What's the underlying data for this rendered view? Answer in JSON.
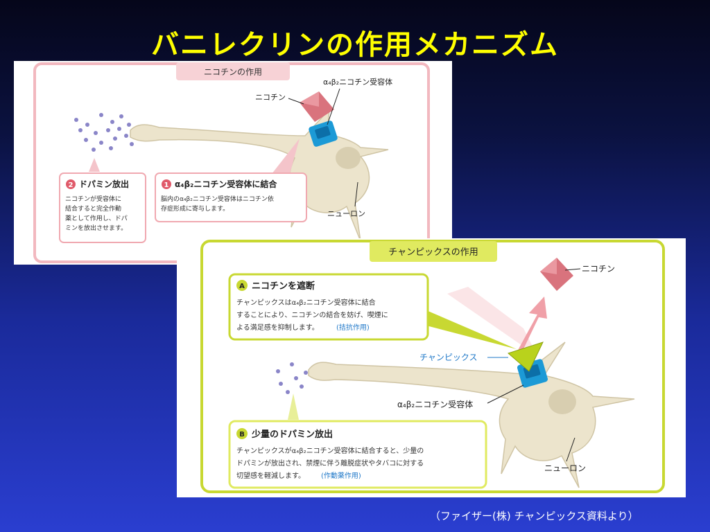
{
  "slide": {
    "title": "バニレクリンの作用メカニズム",
    "source": "（ファイザー(株) チャンピックス資料より）"
  },
  "top_panel": {
    "header": "ニコチンの作用",
    "label_nicotine": "ニコチン",
    "label_receptor": "α₄β₂ニコチン受容体",
    "label_neuron": "ニューロン",
    "box2": {
      "num": "2",
      "title": "ドパミン放出",
      "lines": [
        "ニコチンが受容体に",
        "結合すると完全作動",
        "薬として作用し、ドパ",
        "ミンを放出させます。"
      ]
    },
    "box1": {
      "num": "1",
      "title": "α₄β₂ニコチン受容体に結合",
      "lines": [
        "脳内のα₄β₂ニコチン受容体はニコチン依",
        "存症形成に寄与します。"
      ]
    }
  },
  "bottom_panel": {
    "header": "チャンピックスの作用",
    "label_nicotine": "ニコチン",
    "label_champix": "チャンピックス",
    "label_receptor": "α₄β₂ニコチン受容体",
    "label_neuron": "ニューロン",
    "boxA": {
      "num": "A",
      "title": "ニコチンを遮断",
      "lines": [
        "チャンピックスはα₄β₂ニコチン受容体に結合",
        "することにより、ニコチンの結合を妨げ、喫煙に",
        "よる満足感を抑制します。"
      ],
      "note": "(拮抗作用)"
    },
    "boxB": {
      "num": "B",
      "title": "少量のドパミン放出",
      "lines": [
        "チャンピックスがα₄β₂ニコチン受容体に結合すると、少量の",
        "ドパミンが放出され、禁煙に伴う離脱症状やタバコに対する",
        "切望感を軽減します。"
      ],
      "note": "(作動薬作用)"
    }
  },
  "colors": {
    "title": "#ffff00",
    "top_border": "#f2b8bf",
    "top_header": "#f7d2d6",
    "bottom_border": "#c8d832",
    "bottom_header": "#e0ea60",
    "neuron": "#ece4cc",
    "receptor": "#1c9ad6",
    "nicotine": "#d9737d",
    "champix": "#b9d21c",
    "note_blue": "#1f78c8"
  }
}
